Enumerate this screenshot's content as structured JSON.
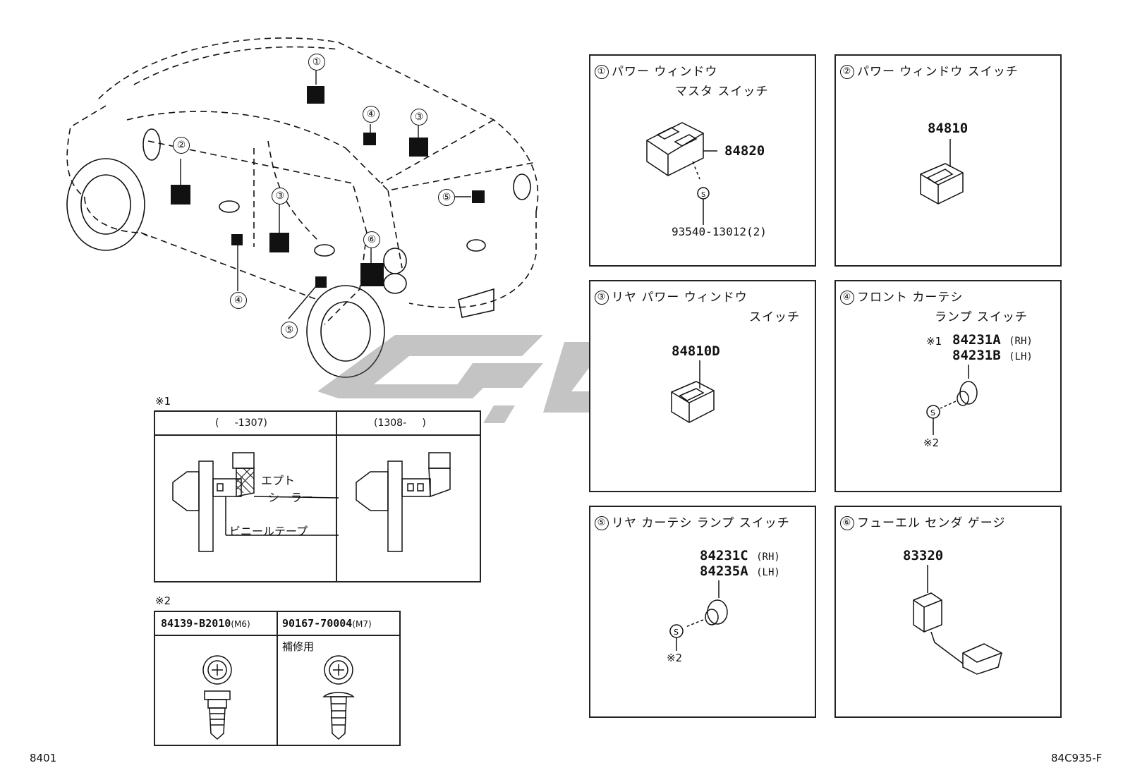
{
  "car_callouts": [
    "①",
    "②",
    "③",
    "④",
    "③",
    "⑤",
    "⑥",
    "④",
    "⑤"
  ],
  "panels": [
    {
      "number": "①",
      "title_line1": "パワー ウィンドウ",
      "title_line2": "マスタ スイッチ",
      "part": "84820",
      "sub_part": "93540-13012(2)",
      "screw_mark": "S"
    },
    {
      "number": "②",
      "title_line1": "パワー ウィンドウ スイッチ",
      "part": "84810"
    },
    {
      "number": "③",
      "title_line1": "リヤ パワー ウィンドウ",
      "title_line2": "スイッチ",
      "part": "84810D"
    },
    {
      "number": "④",
      "title_line1": "フロント カーテシ",
      "title_line2": "ランプ スイッチ",
      "note_mark": "※1",
      "part_a": "84231A",
      "part_a_side": "(RH)",
      "part_b": "84231B",
      "part_b_side": "(LH)",
      "screw_mark": "S",
      "screw_note": "※2"
    },
    {
      "number": "⑤",
      "title_line1": "リヤ カーテシ ランプ スイッチ",
      "part_a": "84231C",
      "part_a_side": "(RH)",
      "part_b": "84235A",
      "part_b_side": "(LH)",
      "screw_mark": "S",
      "screw_note": "※2"
    },
    {
      "number": "⑥",
      "title_line1": "フューエル センダ ゲージ",
      "part": "83320"
    }
  ],
  "note1": {
    "mark": "※1",
    "col1_header": "(     -1307)",
    "col2_header": "(1308-     )",
    "label_sealer_1": "エプト",
    "label_sealer_2": "シーラー",
    "label_tape": "ビニールテープ"
  },
  "note2": {
    "mark": "※2",
    "col1_part": "84139-B2010",
    "col1_size": "(M6)",
    "col2_part": "90167-70004",
    "col2_size": "(M7)",
    "col2_note": "補修用"
  },
  "footer": {
    "left": "8401",
    "right": "84C935-F"
  }
}
